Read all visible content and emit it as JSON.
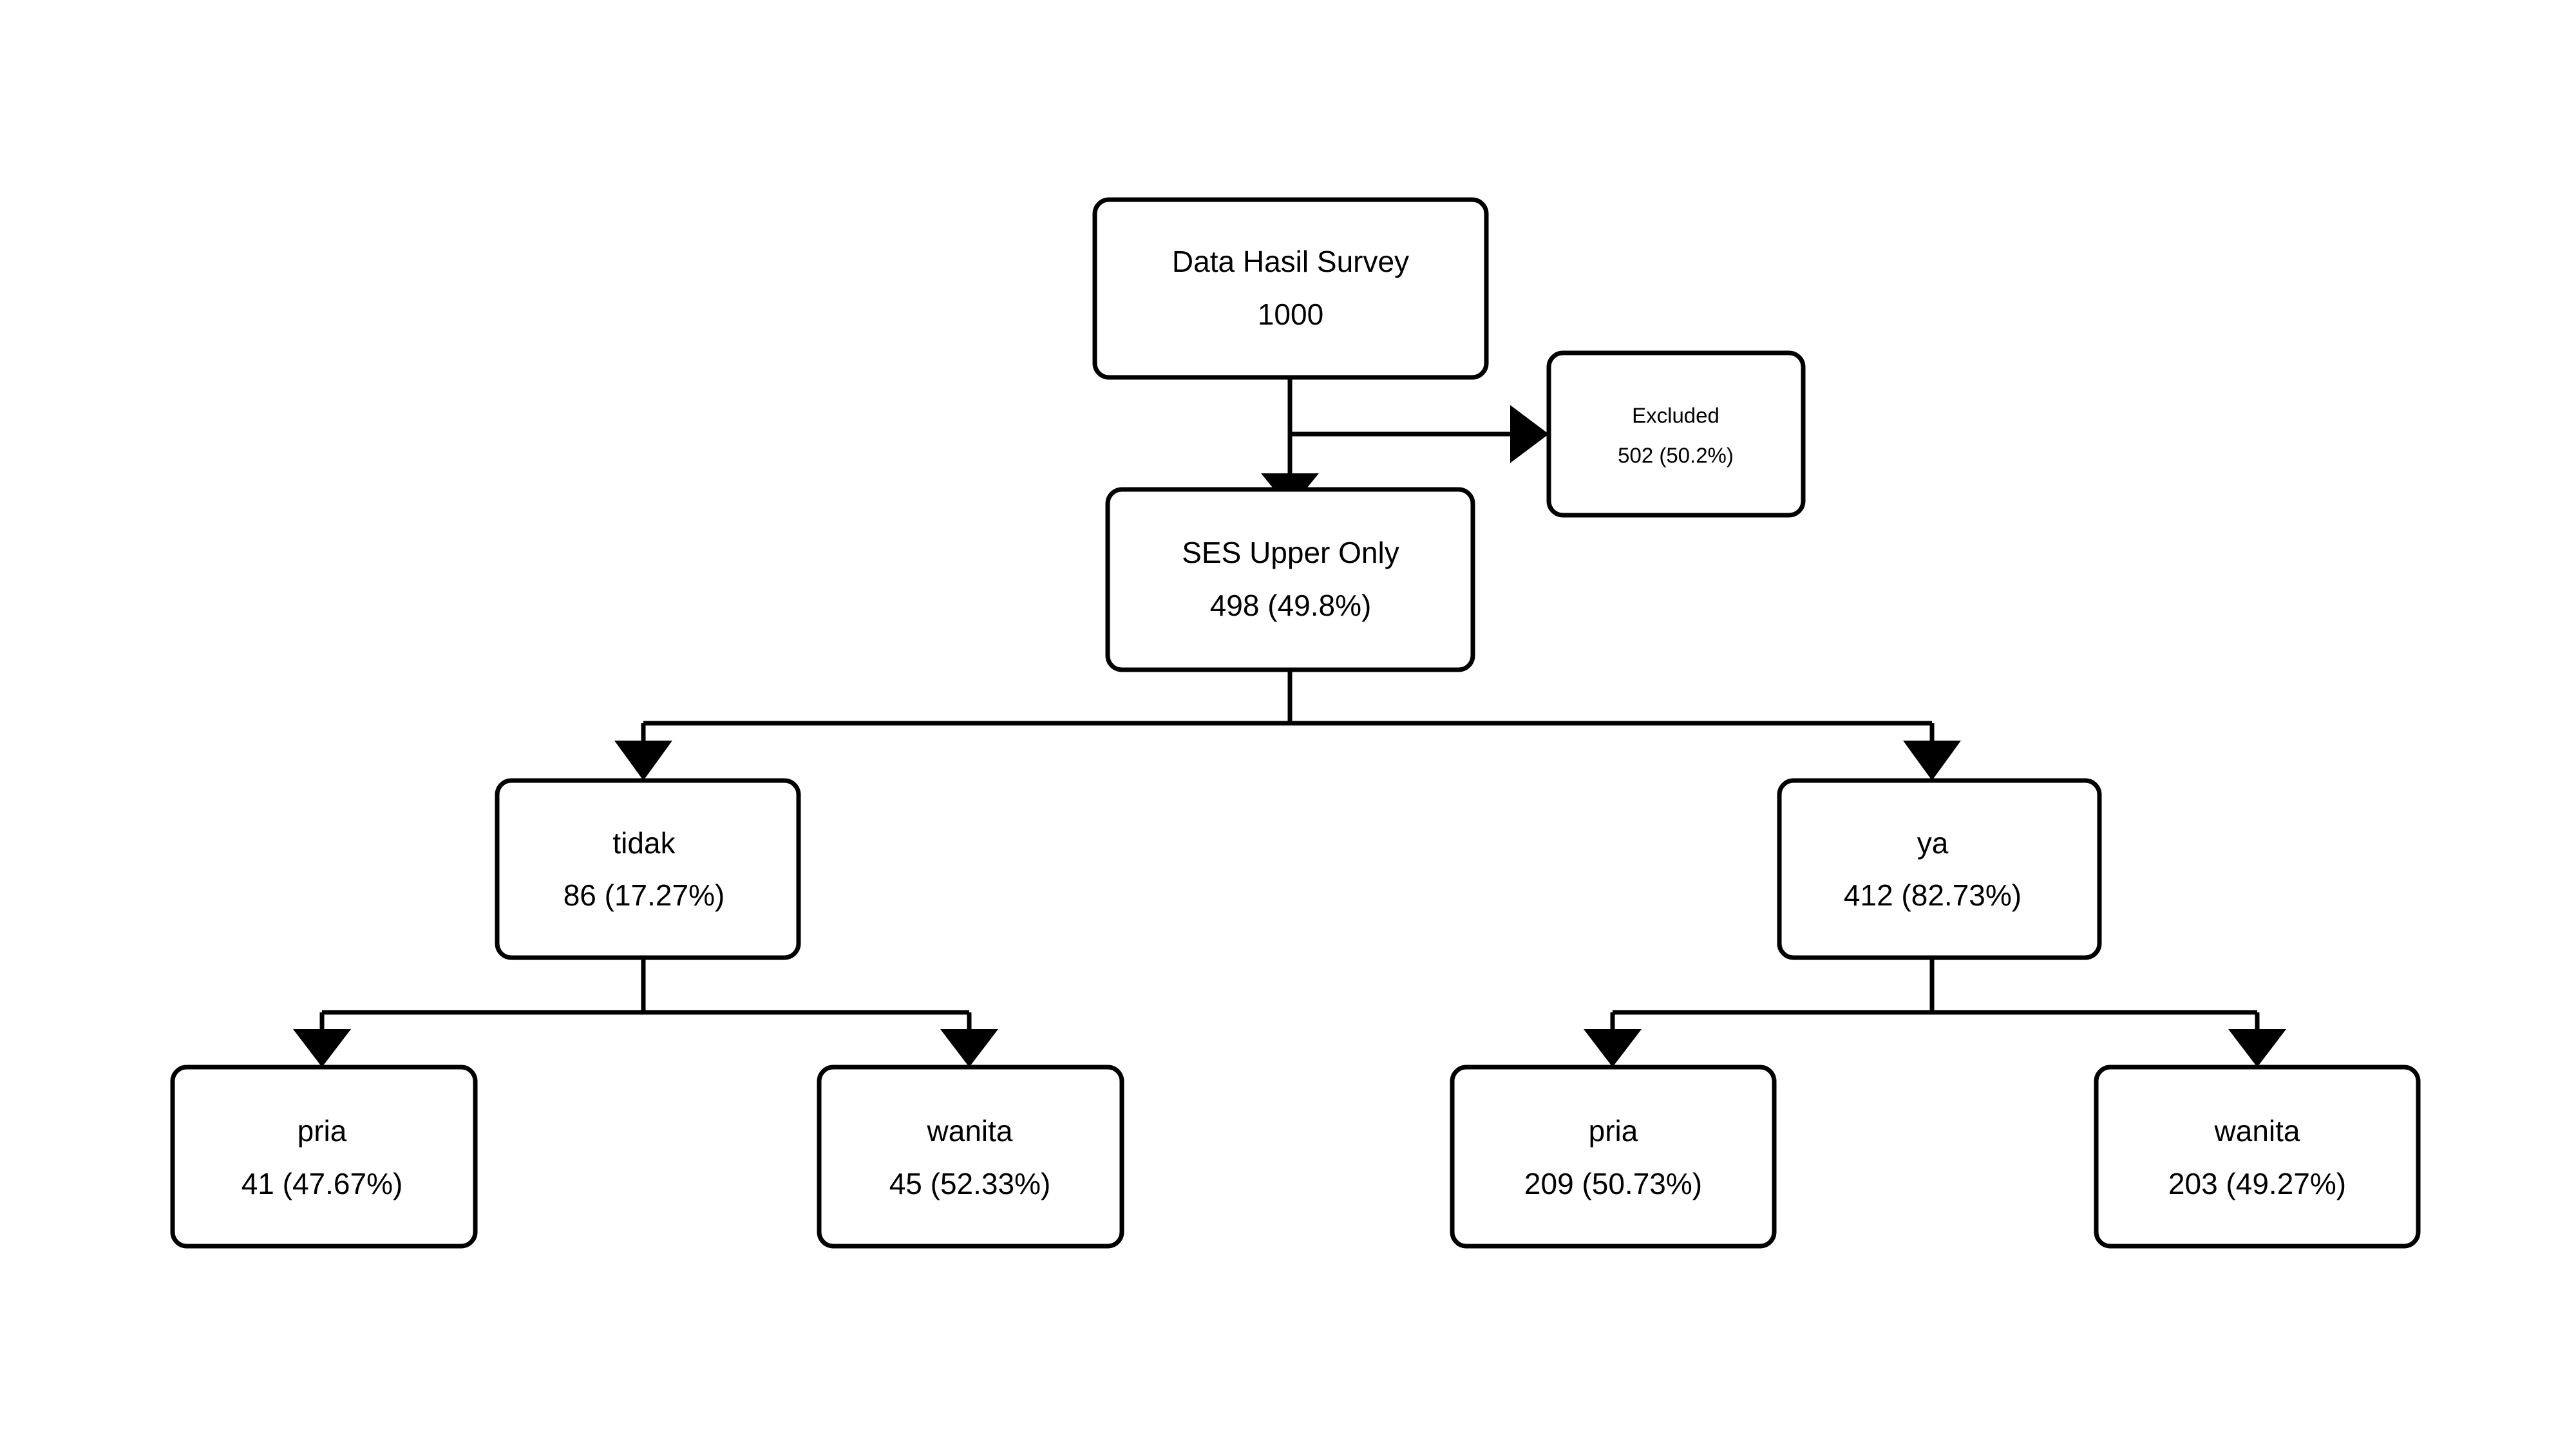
{
  "diagram": {
    "type": "flowchart",
    "title_present": false,
    "background_color": "#ffffff",
    "stroke_color": "#000000",
    "node_fill": "#ffffff",
    "nodes": {
      "root": {
        "line1": "Data Hasil Survey",
        "line2": "1000",
        "count": 1000
      },
      "excluded": {
        "line1": "Excluded",
        "line2": "502 (50.2%)",
        "count": 502,
        "percent": "50.2%"
      },
      "included": {
        "line1": "SES Upper Only",
        "line2": "498 (49.8%)",
        "count": 498,
        "percent": "49.8%"
      },
      "branch_tidak": {
        "line1": "tidak",
        "line2": "86 (17.27%)",
        "count": 86,
        "percent": "17.27%"
      },
      "branch_ya": {
        "line1": "ya",
        "line2": "412 (82.73%)",
        "count": 412,
        "percent": "82.73%"
      },
      "tidak_pria": {
        "line1": "pria",
        "line2": "41 (47.67%)",
        "count": 41,
        "percent": "47.67%"
      },
      "tidak_wanita": {
        "line1": "wanita",
        "line2": "45 (52.33%)",
        "count": 45,
        "percent": "52.33%"
      },
      "ya_pria": {
        "line1": "pria",
        "line2": "209 (50.73%)",
        "count": 209,
        "percent": "50.73%"
      },
      "ya_wanita": {
        "line1": "wanita",
        "line2": "203 (49.27%)",
        "count": 203,
        "percent": "49.27%"
      }
    },
    "edges": [
      {
        "from": "root",
        "to": "excluded",
        "direction": "right"
      },
      {
        "from": "root",
        "to": "included",
        "direction": "down"
      },
      {
        "from": "included",
        "to": "branch_tidak",
        "direction": "down-left"
      },
      {
        "from": "included",
        "to": "branch_ya",
        "direction": "down-right"
      },
      {
        "from": "branch_tidak",
        "to": "tidak_pria",
        "direction": "down-left"
      },
      {
        "from": "branch_tidak",
        "to": "tidak_wanita",
        "direction": "down-right"
      },
      {
        "from": "branch_ya",
        "to": "ya_pria",
        "direction": "down-left"
      },
      {
        "from": "branch_ya",
        "to": "ya_wanita",
        "direction": "down-right"
      }
    ]
  }
}
